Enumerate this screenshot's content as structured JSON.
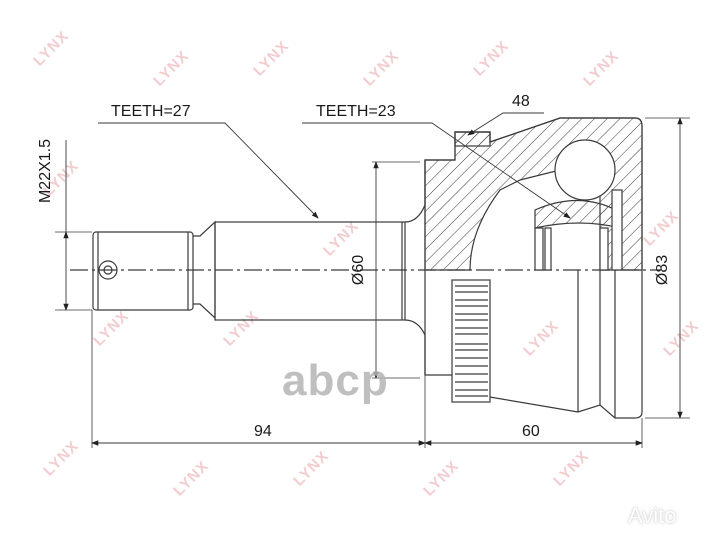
{
  "diagram": {
    "type": "technical-drawing",
    "subject": "CV joint (outer)",
    "labels": {
      "teeth_outer": "TEETH=27",
      "teeth_inner": "TEETH=23",
      "abs_ring_teeth": "48",
      "thread": "M22X1.5",
      "shaft_diameter": "Ø60",
      "housing_diameter": "Ø83",
      "length_shaft": "94",
      "length_housing": "60"
    },
    "watermarks": {
      "pattern_text": "LYNX",
      "brand_overlay": "abcp",
      "site_badge": "Avito"
    },
    "colors": {
      "line": "#3a3a3a",
      "watermark": "#e8a3a8",
      "overlay": "#b5b5b5"
    }
  }
}
